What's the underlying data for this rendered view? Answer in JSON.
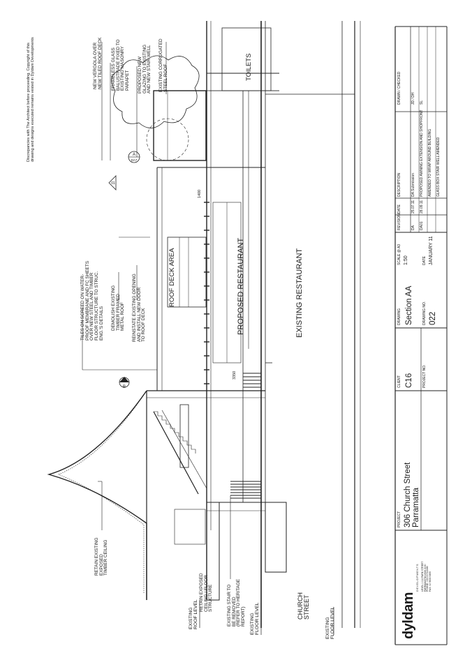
{
  "disclaimer": [
    "Discrepancies with The Architect before proceeding.  Copyright of this",
    "drawing and designs executed remains vested in Dyldam Developments"
  ],
  "notes": {
    "vergola": [
      "NEW VERGOLA OVER",
      "NEW TILED ROOF DECK"
    ],
    "balustrade": [
      "FRAMELESS GLASS",
      "BALUSTRADE FIXED TO",
      "EXISTING MASONRY",
      "PARAPET"
    ],
    "glazing": [
      "PROPOSED NEW",
      "GLAZING TO EXISTING",
      "AND NEW STAIR WELL"
    ],
    "corrugated": [
      "EXISTING CORRUGATED",
      "STEEL ROOF"
    ],
    "tiles": [
      "TILES ON SCREED ON WATER-",
      "PROOF MEMBRANE AND FC SHEETS",
      "OVER NEW STEEL AND TIMBER",
      "FLOOR STRUCTURE TO STRUC.",
      "ENG.'S DETAILS"
    ],
    "demolish": [
      "DEMOLISH EXISTING",
      "TIMBER FRAMED",
      "METAL ROOF"
    ],
    "reinstate": [
      "REINSTATE EXISTING OPENING",
      "AND INSTALL NEW DOOR",
      "TO ROOF DECK"
    ],
    "ceiling": [
      "RETAIN EXISTING",
      "EXPOSED",
      "TIMBER CEILING"
    ],
    "structure": [
      "RETAIN EXPOSED",
      "CEILING / FLOOR",
      "STRUCTURE"
    ],
    "stair": [
      "EXISTING STAIR TO",
      "BE REMOVED",
      "(REFER TO HERITAGE",
      "REPORT)"
    ]
  },
  "levels": {
    "roof": [
      "EXISTING",
      "ROOF LEVEL"
    ],
    "floor1": [
      "EXISTING",
      "FLOOR LEVEL"
    ],
    "street": [
      "CHURCH",
      "STREET"
    ],
    "floor2": [
      "EXISTING",
      "FLOOR LEVEL"
    ]
  },
  "rooms": {
    "toilets": "TOILETS",
    "roof_deck": "ROOF DECK AREA",
    "proposed": "PROPOSED RESTAURANT",
    "existing": "EXISTING RESTAURANT"
  },
  "dims": {
    "d1": "1400",
    "d2": "3350"
  },
  "markers": {
    "a": "A",
    "a_sub": "DA7",
    "b": "B",
    "d": "01"
  },
  "titleblock": {
    "logo": "dyldam",
    "logo_suffix": "DEVELOPMENTS",
    "logo_lines": [
      "LEVEL 1 2-6 PARK STREET",
      "PARRAMATTA NSW 2150",
      "PHONE: 1300 DYLDAM",
      "FAX: 02 9633 5455"
    ],
    "project_label": "PROJECT",
    "project_name": [
      "306 Church Street",
      "Parramatta"
    ],
    "client_label": "CLIENT",
    "client": "C16",
    "project_no_label": "PROJECT NO.",
    "drawing_label": "DRAWING",
    "drawing": "Section AA",
    "drawing_no_label": "DRAWING NO.",
    "drawing_no": "022",
    "scale_label": "SCALE @ A3",
    "scale": "1:50",
    "date_label": "DATE",
    "date": "JANUARY 11",
    "revision_label": "REVISION",
    "rev_date_label": "DATE",
    "description_label": "DESCRIPTION",
    "drawn_label": "DRAWN / CHECKED",
    "revisions": [
      {
        "rev": "DA",
        "date": "25.07.11",
        "desc": "DA Submission",
        "by": "JD / DH"
      },
      {
        "rev": "DA01",
        "date": "28.09.11",
        "desc": "PROPOSED AWNING EXTENSION AND SHOPFRONT",
        "by": "SL"
      },
      {
        "rev": "",
        "date": "",
        "desc": "AMENDED TO WRAP AROUND BUILDING",
        "by": ""
      },
      {
        "rev": "",
        "date": "",
        "desc": "GLASS BOX STAIR WELL AMENDED",
        "by": ""
      }
    ]
  }
}
